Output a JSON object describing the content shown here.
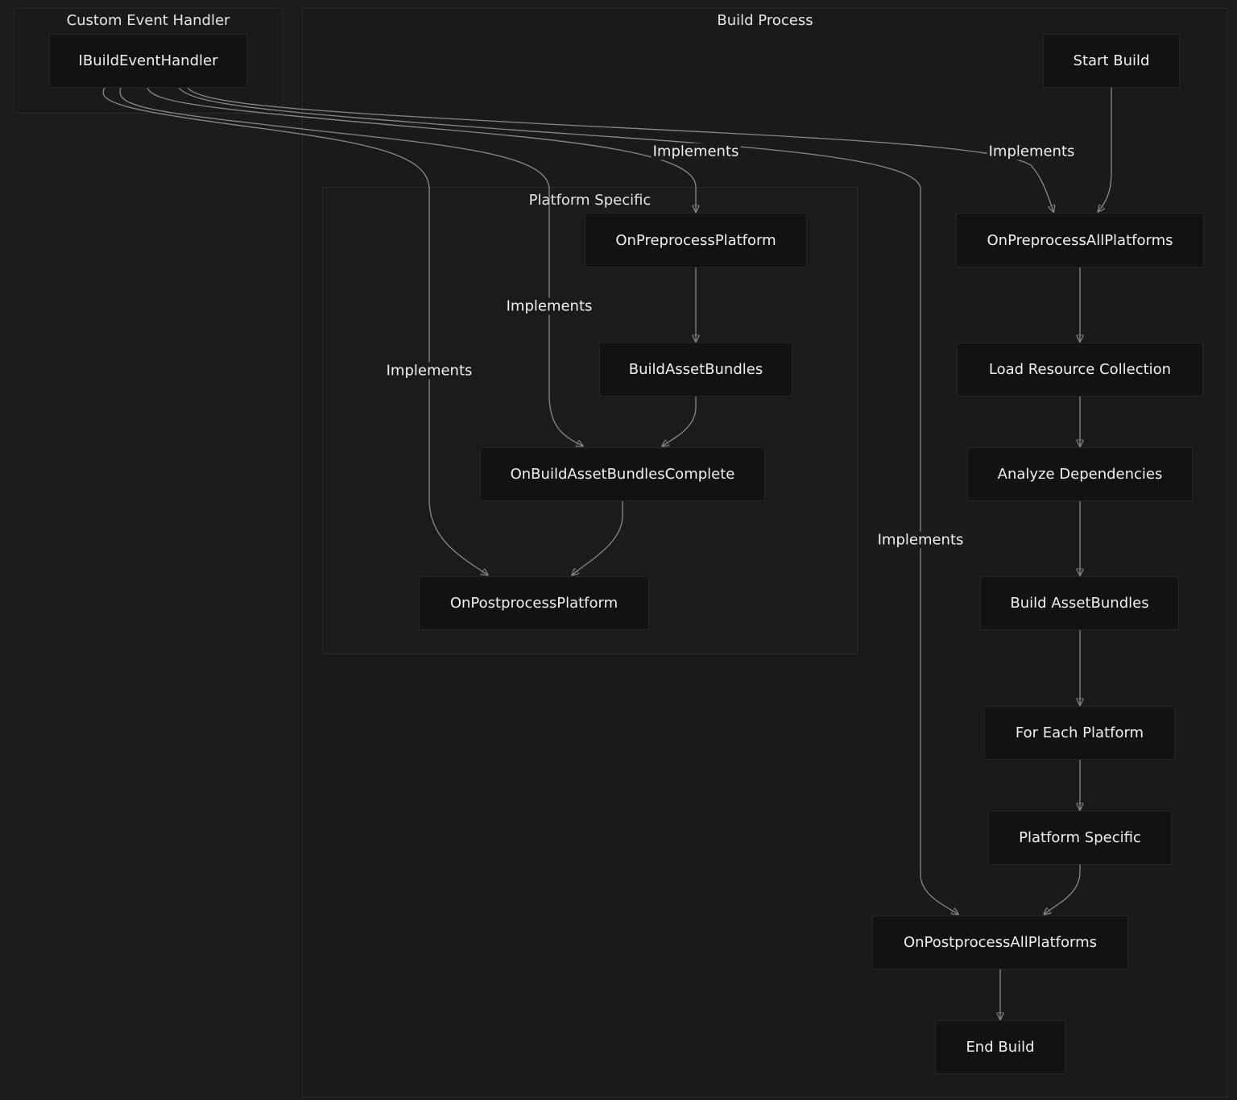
{
  "clusters": {
    "custom_event_handler": "Custom Event Handler",
    "build_process": "Build Process",
    "platform_specific": "Platform Specific"
  },
  "nodes": {
    "ibuild_event_handler": "IBuildEventHandler",
    "start_build": "Start Build",
    "on_preprocess_all_platforms": "OnPreprocessAllPlatforms",
    "load_resource_collection": "Load Resource Collection",
    "analyze_dependencies": "Analyze Dependencies",
    "build_assetbundles": "Build AssetBundles",
    "for_each_platform": "For Each Platform",
    "platform_specific": "Platform Specific",
    "on_postprocess_all_platforms": "OnPostprocessAllPlatforms",
    "end_build": "End Build",
    "on_preprocess_platform": "OnPreprocessPlatform",
    "build_asset_bundles_inner": "BuildAssetBundles",
    "on_build_asset_bundles_complete": "OnBuildAssetBundlesComplete",
    "on_postprocess_platform": "OnPostprocessPlatform"
  },
  "edge_labels": {
    "implements_preprocess_platform": "Implements",
    "implements_preprocess_all": "Implements",
    "implements_build_complete": "Implements",
    "implements_postprocess_platform": "Implements",
    "implements_postprocess_all": "Implements"
  },
  "colors": {
    "background": "#1b1b1b",
    "node_fill": "#121212",
    "edge_stroke": "#8a8a8a",
    "text": "#f0f0f0"
  }
}
